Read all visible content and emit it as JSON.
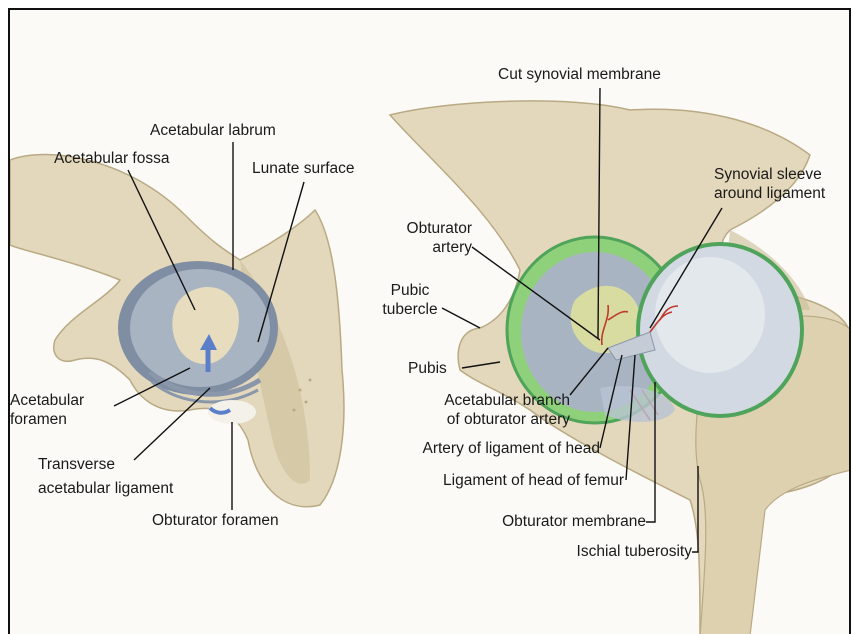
{
  "labels": {
    "cut_synovial_membrane": "Cut synovial membrane",
    "acetabular_labrum": "Acetabular labrum",
    "acetabular_fossa": "Acetabular fossa",
    "lunate_surface": "Lunate surface",
    "synovial_sleeve_1": "Synovial sleeve",
    "synovial_sleeve_2": "around ligament",
    "obturator_artery_1": "Obturator",
    "obturator_artery_2": "artery",
    "pubic_tubercle_1": "Pubic",
    "pubic_tubercle_2": "tubercle",
    "pubis": "Pubis",
    "acetabular_branch_1": "Acetabular branch",
    "acetabular_branch_2": "of obturator artery",
    "artery_lig_head": "Artery of ligament of head",
    "lig_head_femur": "Ligament of head of femur",
    "obturator_membrane": "Obturator membrane",
    "ischial_tuberosity": "Ischial tuberosity",
    "acetabular_foramen_1": "Acetabular",
    "acetabular_foramen_2": "foramen",
    "transverse_lig_1": "Transverse",
    "transverse_lig_2": "acetabular ligament",
    "obturator_foramen": "Obturator foramen"
  },
  "colors": {
    "bone": "#e3d8bb",
    "bone_shadow": "#cbbd98",
    "cartilage": "#a9b4c2",
    "cartilage_dark": "#7f8ea3",
    "synovial": "#8fd07a",
    "synovial_dark": "#4fa35a",
    "fossa_fat": "#d8dca0",
    "artery": "#c0392b",
    "arrow": "#5a7fc8",
    "leader": "#111111"
  }
}
